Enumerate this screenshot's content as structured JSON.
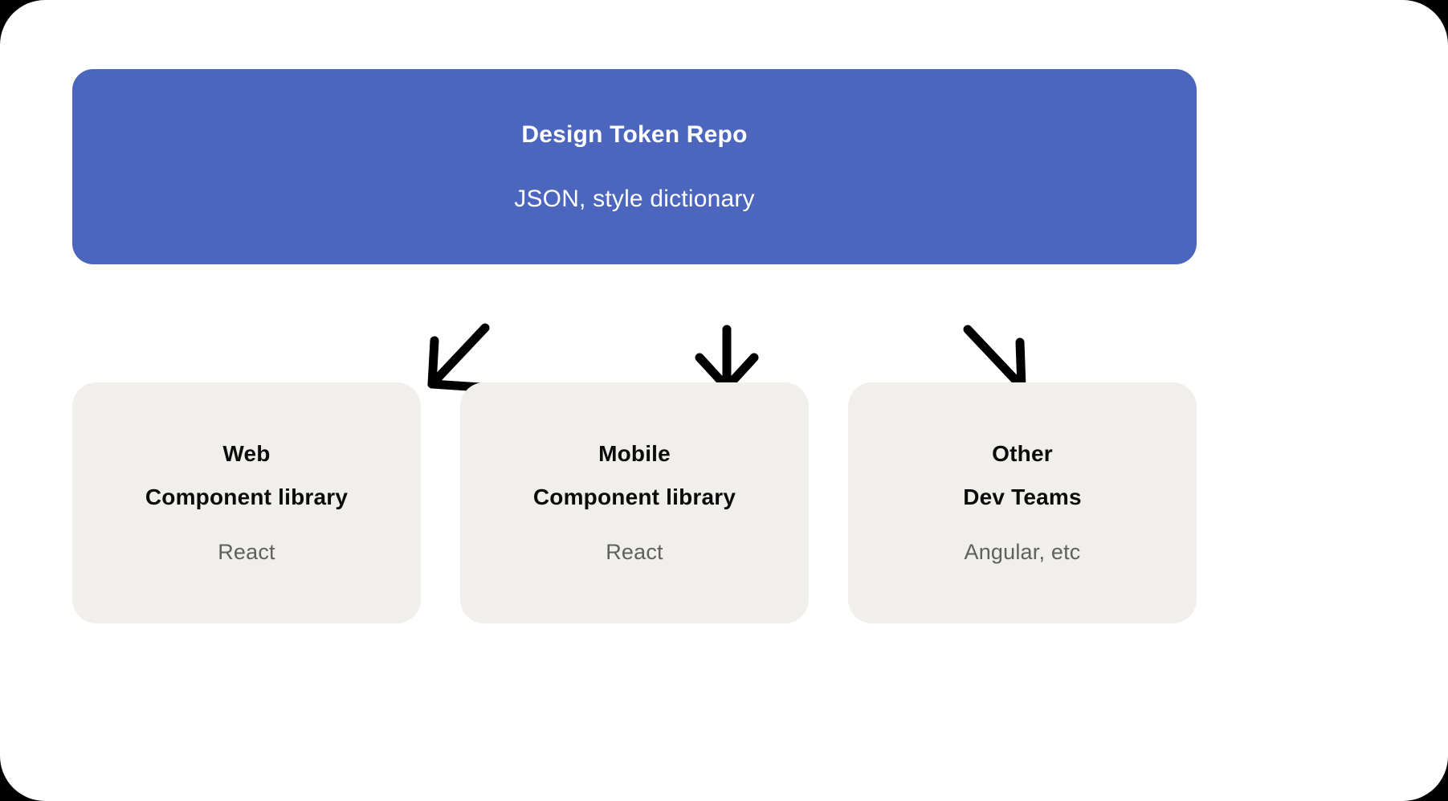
{
  "diagram": {
    "title": "Design Token Repo",
    "subtitle": "JSON, style dictionary",
    "source_node": {
      "label": "Design Token Repo",
      "detail": "JSON, style dictionary",
      "color": "#4c66be",
      "text_color": "#ffffff"
    },
    "arrows": [
      {
        "name": "arrow-to-web",
        "direction": "down-left"
      },
      {
        "name": "arrow-to-mobile",
        "direction": "down"
      },
      {
        "name": "arrow-to-other",
        "direction": "down-right"
      }
    ],
    "targets": [
      {
        "id": "web",
        "title": "Web",
        "subtitle": "Component library",
        "tech": "React",
        "background": "#f0efec"
      },
      {
        "id": "mobile",
        "title": "Mobile",
        "subtitle": "Component library",
        "tech": "React",
        "background": "#f0efec"
      },
      {
        "id": "other",
        "title": "Other",
        "subtitle": "Dev Teams",
        "tech": "Angular, etc",
        "background": "#f0efec"
      }
    ],
    "colors": {
      "canvas": "#ffffff",
      "outside": "#000000",
      "accent": "#4c66be",
      "card": "#f0efec",
      "muted_text": "#5f5f5f",
      "strong_text": "#0b0b0b",
      "arrow": "#000000"
    }
  }
}
